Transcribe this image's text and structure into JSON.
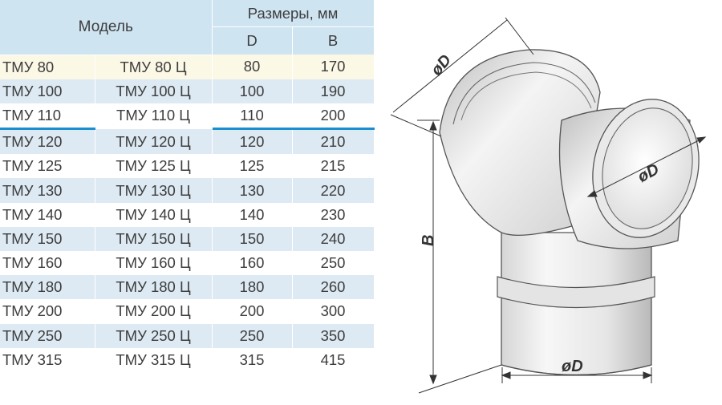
{
  "table": {
    "header_model": "Модель",
    "header_sizes": "Размеры, мм",
    "header_d": "D",
    "header_b": "B",
    "rows": [
      [
        "ТМУ 80",
        "ТМУ 80 Ц",
        "80",
        "170"
      ],
      [
        "ТМУ 100",
        "ТМУ 100 Ц",
        "100",
        "190"
      ],
      [
        "ТМУ 110",
        "ТМУ 110 Ц",
        "110",
        "200"
      ],
      [
        "ТМУ 120",
        "ТМУ 120 Ц",
        "120",
        "210"
      ],
      [
        "ТМУ 125",
        "ТМУ 125 Ц",
        "125",
        "215"
      ],
      [
        "ТМУ 130",
        "ТМУ 130 Ц",
        "130",
        "220"
      ],
      [
        "ТМУ 140",
        "ТМУ 140 Ц",
        "140",
        "230"
      ],
      [
        "ТМУ 150",
        "ТМУ 150 Ц",
        "150",
        "240"
      ],
      [
        "ТМУ 160",
        "ТМУ 160 Ц",
        "160",
        "250"
      ],
      [
        "ТМУ 180",
        "ТМУ 180 Ц",
        "180",
        "260"
      ],
      [
        "ТМУ 200",
        "ТМУ 200 Ц",
        "200",
        "300"
      ],
      [
        "ТМУ 250",
        "ТМУ 250 Ц",
        "250",
        "350"
      ],
      [
        "ТМУ 315",
        "ТМУ 315 Ц",
        "315",
        "415"
      ]
    ]
  },
  "drawing": {
    "label_top": "øD",
    "label_right": "øD",
    "label_bottom": "øD",
    "label_height": "B"
  }
}
